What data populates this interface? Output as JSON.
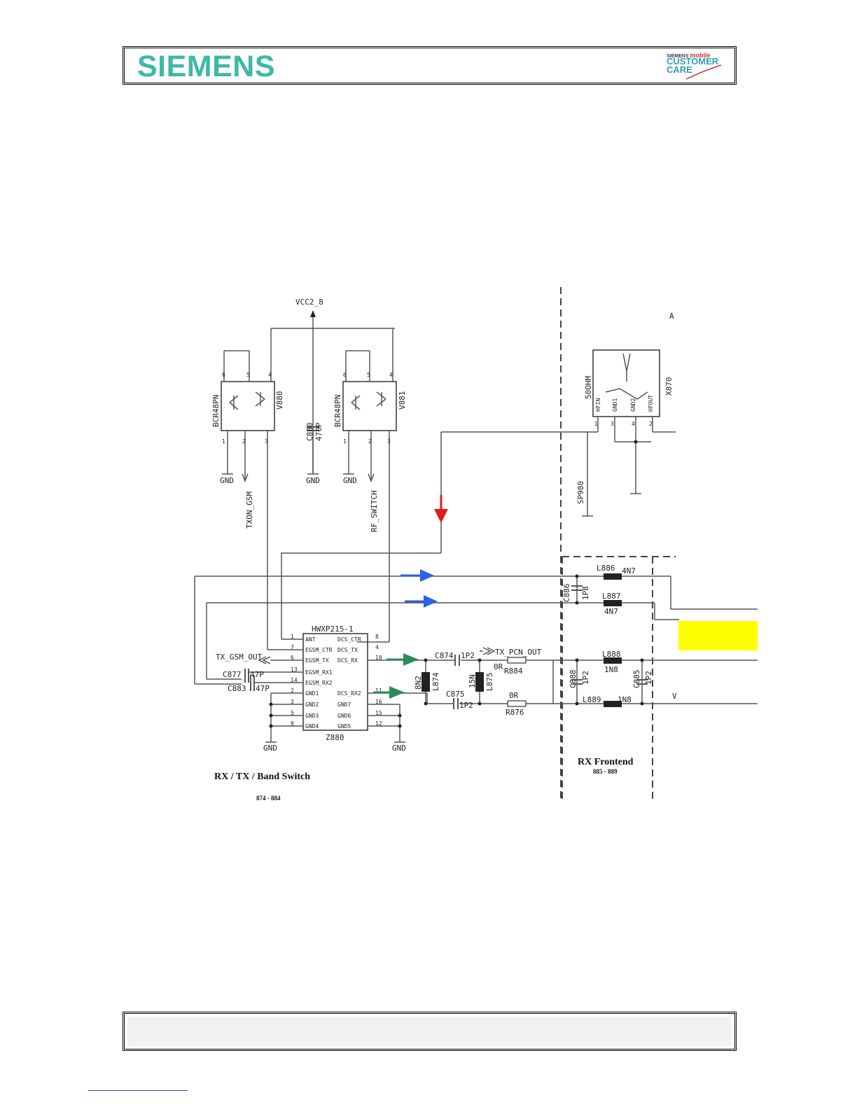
{
  "header": {
    "brand": "SIEMENS",
    "customer_care": {
      "line1_prefix": "SIEMENS",
      "line1_mobile": "mobile",
      "line2": "CUSTOMER",
      "line3": "CARE"
    }
  },
  "schematic": {
    "power_rail": "VCC2_8",
    "transistor_v880": {
      "ref": "V880",
      "part": "BCR48PN",
      "net": "TXON_GSM"
    },
    "transistor_v881": {
      "ref": "V881",
      "part": "BCR48PN",
      "net": "RF_SWITCH"
    },
    "cap_c880": {
      "ref": "C880",
      "value": "470P"
    },
    "gnd": "GND",
    "connector": {
      "ref": "X870",
      "imp": "50OHM",
      "p1": "HFIN",
      "p2": "GND1",
      "p3": "GND2",
      "p4": "HFOUT"
    },
    "testpoint": "SP980",
    "ic": {
      "name": "HWXP215-1",
      "ref": "Z880",
      "left_pins": [
        "ANT",
        "EGSM_CTR",
        "EGSM_TX",
        "EGSM_RX1",
        "EGSM_RX2",
        "GND1",
        "GND2",
        "GND3",
        "GND4"
      ],
      "left_nums": [
        "1",
        "7",
        "6",
        "13",
        "14",
        "2",
        "3",
        "5",
        "9"
      ],
      "right_pins": [
        "DCS_CTR",
        "DCS_TX",
        "DCS_RX",
        "",
        "DCS_RX2",
        "GND7",
        "GND6",
        "GND5"
      ],
      "right_nums": [
        "8",
        "4",
        "10",
        "",
        "11",
        "16",
        "15",
        "12"
      ]
    },
    "tx_gsm_out": "TX_GSM_OUT",
    "tx_pcn_out": "TX_PCN_OUT",
    "c877": {
      "ref": "C877",
      "value": "47P"
    },
    "c883": {
      "ref": "C883",
      "value": "47P"
    },
    "c874": {
      "ref": "C874",
      "value": "1P2"
    },
    "c875": {
      "ref": "C875",
      "value": "1P2"
    },
    "l874": {
      "ref": "L874",
      "value": "8N2"
    },
    "l875": {
      "ref": "L875",
      "value": "15N"
    },
    "r884": {
      "ref": "R884",
      "value": "0R"
    },
    "r876": {
      "ref": "R876",
      "value": "0R"
    },
    "l886": {
      "ref": "L886",
      "value": "4N7"
    },
    "l887": {
      "ref": "L887",
      "value": "4N7"
    },
    "c886": {
      "ref": "C886",
      "value": "1P8"
    },
    "l888": {
      "ref": "L888",
      "value": "1N8"
    },
    "l889": {
      "ref": "L889",
      "value": "1N8"
    },
    "c888": {
      "ref": "C888",
      "value": "1P2"
    },
    "c885": {
      "ref": "C885",
      "value": "1P2"
    },
    "section1_title": "RX / TX / Band Switch",
    "section1_range": "874 - 884",
    "section2_title": "RX Frontend",
    "section2_range": "885 - 889",
    "edge_letter": "A",
    "edge_letter2": "V"
  },
  "colors": {
    "brand": "#3fb8a8",
    "red_arrow": "#e01b1b",
    "blue_arrow": "#2f5fe6",
    "green_arrow": "#2e8b57",
    "highlight": "#ffff00"
  }
}
